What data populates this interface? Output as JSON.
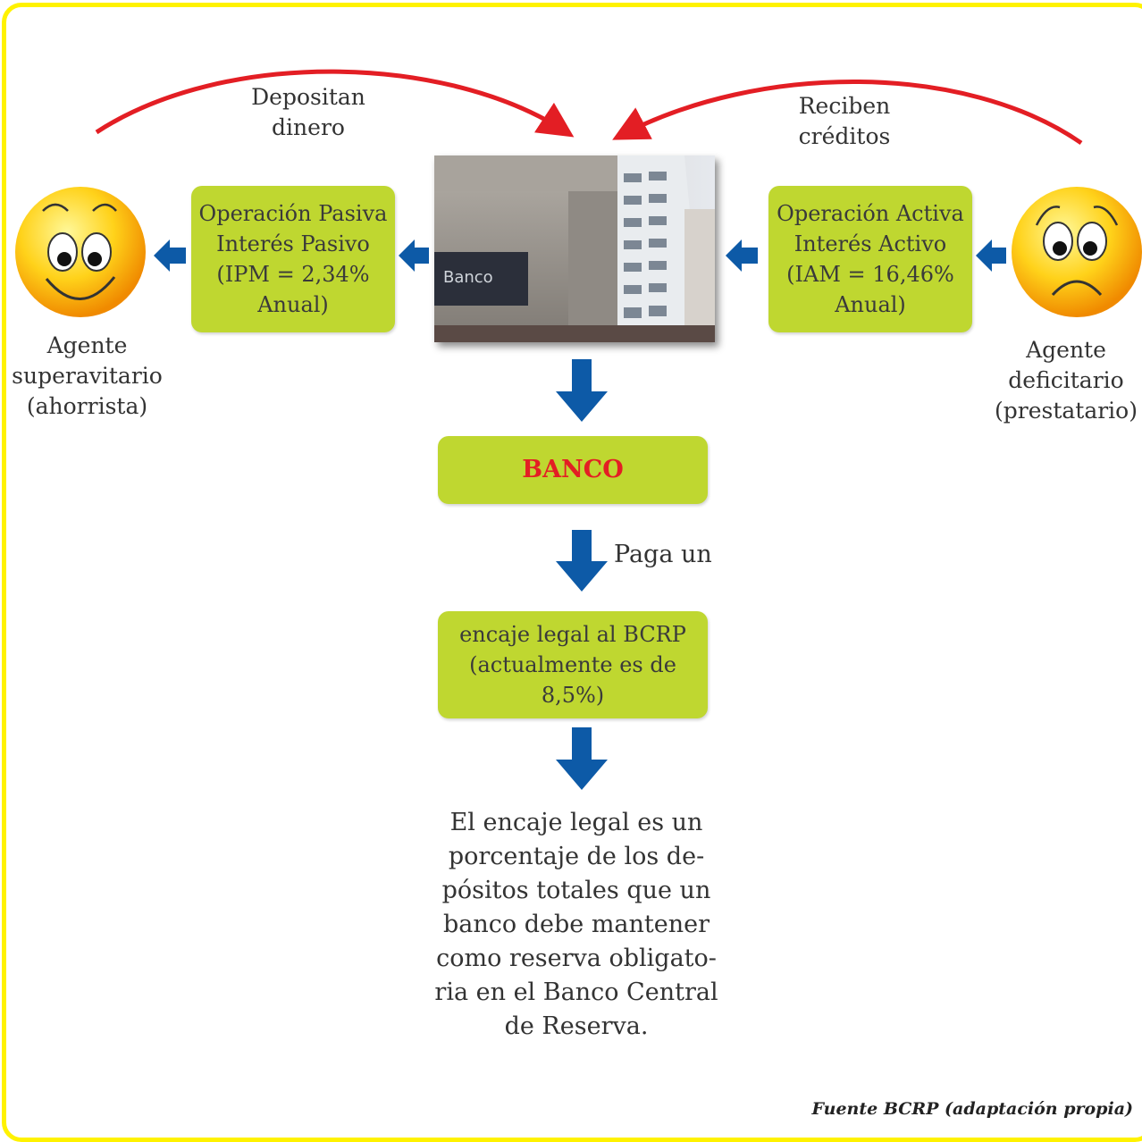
{
  "top_arrows": {
    "left_label": [
      "Depositan",
      "dinero"
    ],
    "right_label": [
      "Reciben",
      "créditos"
    ]
  },
  "agents": {
    "saver": {
      "label": [
        "Agente",
        "superavitario",
        "(ahorrista)"
      ],
      "icon": "happy-smiley-icon"
    },
    "borrower": {
      "label": [
        "Agente",
        "deficitario",
        "(prestatario)"
      ],
      "icon": "sad-smiley-icon"
    }
  },
  "boxes": {
    "passive": [
      "Operación Pasiva",
      "Interés Pasivo",
      "(IPM = 2,34%",
      "Anual)"
    ],
    "active": [
      "Operación Activa",
      "Interés Activo",
      "(IAM = 16,46%",
      "Anual)"
    ],
    "bank": "BANCO",
    "reserve": [
      "encaje legal al BCRP",
      "(actualmente es de 8,5%)"
    ]
  },
  "photo": {
    "sign_text": "Banco",
    "icon": "bank-building-photo"
  },
  "paga_label": "Paga un",
  "explanation": [
    "El encaje legal es un",
    "porcentaje de los de-",
    "pósitos totales que un",
    "banco debe mantener",
    "como reserva obligato-",
    "ria en el Banco Central",
    "de Reserva."
  ],
  "source": "Fuente BCRP (adaptación propia)",
  "colors": {
    "frame": "#fff200",
    "box_fill": "#bfd730",
    "arrow_blue": "#0d5aa7",
    "arrow_red": "#e31e24",
    "bank_text": "#e31e24"
  }
}
